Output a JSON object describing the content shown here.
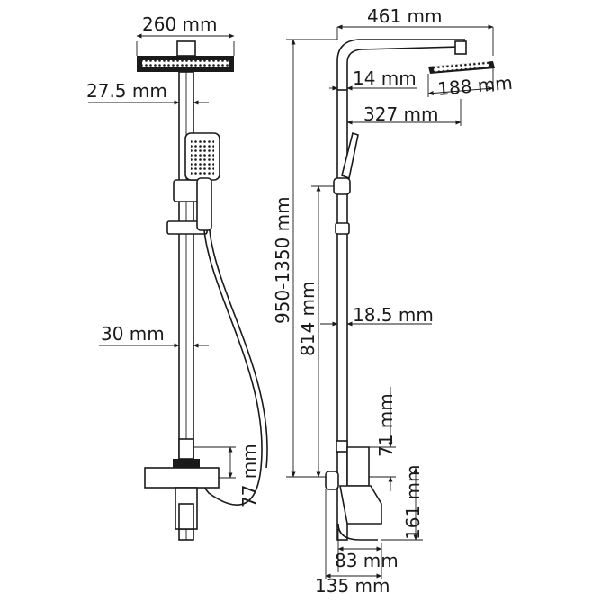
{
  "dimensions": {
    "front": {
      "head_width": "260 mm",
      "rail_offset": "27.5 mm",
      "rail_diameter": "30 mm",
      "outlet_height": "77 mm"
    },
    "side": {
      "total_reach": "461 mm",
      "arm_drop": "14 mm",
      "head_diameter": "188 mm",
      "head_center_reach": "327 mm",
      "height_range": "950-1350 mm",
      "mixer_to_holder": "814 mm",
      "wall_gap": "18.5 mm",
      "mixer_to_outlet": "71 mm",
      "spout_height": "161 mm",
      "spout_depth": "83 mm",
      "overall_depth": "135 mm"
    }
  }
}
